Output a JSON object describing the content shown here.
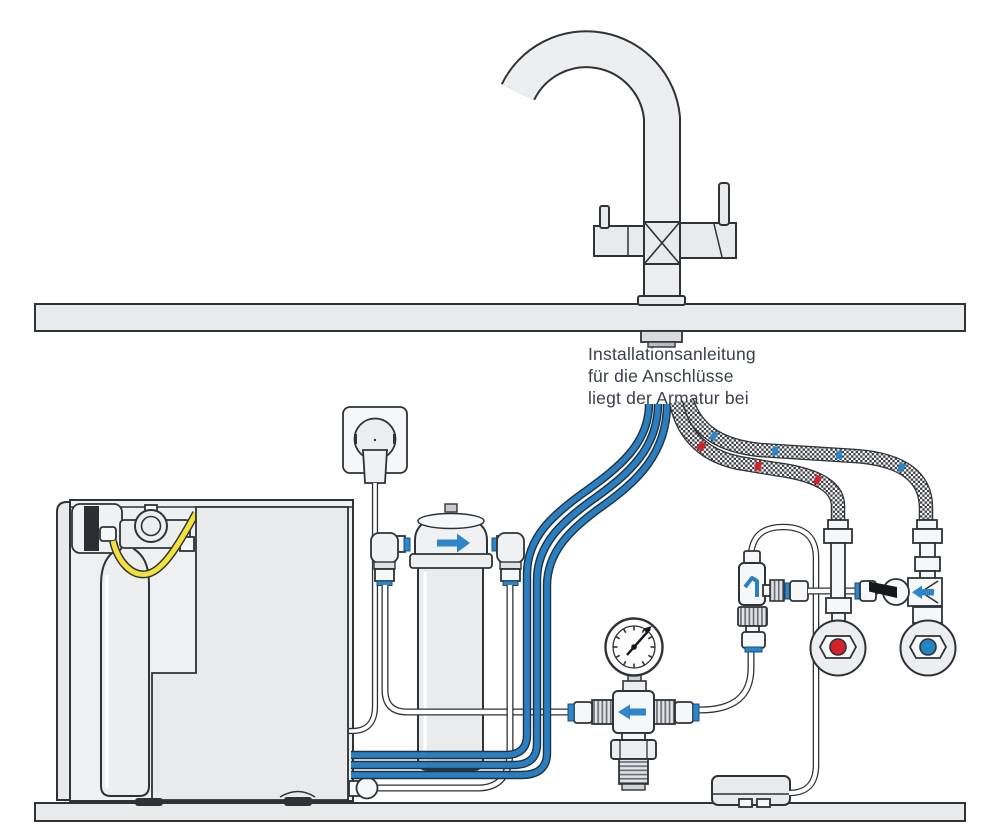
{
  "annotation": {
    "line1": "Installationsanleitung",
    "line2": "für die Anschlüsse",
    "line3": "liegt der Armatur bei"
  },
  "colors": {
    "background": "#ffffff",
    "outline": "#2f3237",
    "panel_gray": "#e9eaec",
    "tube_blue": "#2b7fc0",
    "arrow_blue": "#2e86c8",
    "co2_hose_yellow": "#f3e13c",
    "hot_indicator_red": "#d6212b",
    "cold_indicator_blue": "#2482c5",
    "braided_hose_dark": "#3b3e44"
  },
  "icons": {
    "flow_arrow": "arrow indicating flow direction",
    "faucet_icon": "tap symbol on feed valve",
    "hot_indicator": "red dot on angle valve",
    "cold_indicator": "blue dot on angle valve"
  }
}
